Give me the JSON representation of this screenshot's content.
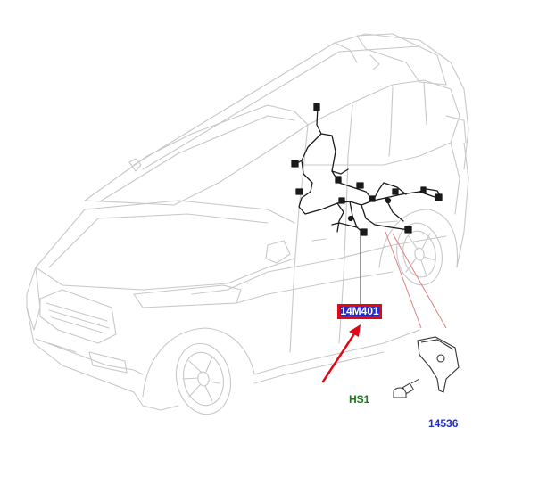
{
  "callouts": {
    "main_harness": "14M401",
    "fastener": "HS1",
    "bracket": "14536"
  },
  "colors": {
    "vehicle_outline": "#c8c8c8",
    "harness": "#1a1a1a",
    "leader_line": "#e08080",
    "highlight_box": "#e30613",
    "highlight_fill": "#1f2bd1",
    "arrow": "#e30613",
    "part_number_blue": "#2230c8",
    "part_number_green": "#1a7a1a"
  },
  "icons": [
    "red-pointer-arrow",
    "bolt-icon",
    "bracket-icon"
  ]
}
